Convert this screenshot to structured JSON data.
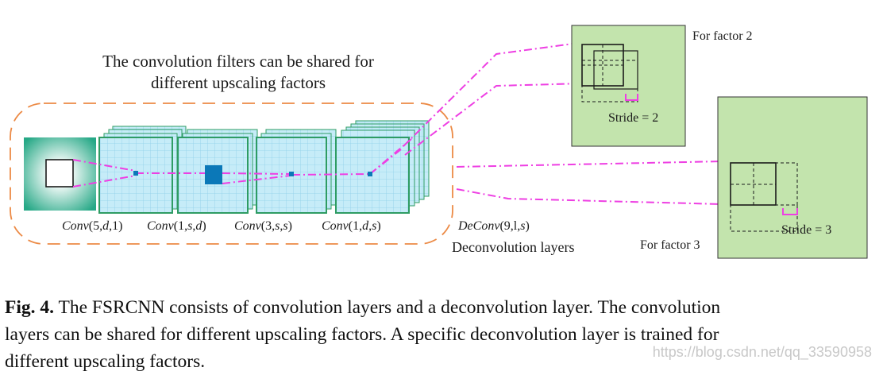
{
  "diagram": {
    "shared_note_line1": "The convolution filters can be shared for",
    "shared_note_line2": "different upscaling factors",
    "conv_labels": [
      {
        "name": "Conv",
        "args": [
          "5",
          "d",
          "1"
        ]
      },
      {
        "name": "Conv",
        "args": [
          "1",
          "s",
          "d"
        ]
      },
      {
        "name": "Conv",
        "args": [
          "3",
          "s",
          "s"
        ]
      },
      {
        "name": "Conv",
        "args": [
          "1",
          "d",
          "s"
        ]
      }
    ],
    "deconv_label": {
      "name": "DeConv",
      "args": [
        "9",
        "l",
        "s"
      ]
    },
    "deconv_layers_label": "Deconvolution layers",
    "factor2_label": "For factor 2",
    "factor3_label": "For factor 3",
    "stride2_label": "Stride = 2",
    "stride3_label": "Stride = 3",
    "colors": {
      "panel_green": "#c3e4ad",
      "feature_map_blue": "#c6ecf8",
      "feature_map_border": "#2e9c63",
      "dashed_orange": "#ec8a45",
      "connector_magenta": "#ee3fe3",
      "filter_blue": "#0b78b8"
    }
  },
  "caption": {
    "fig_label": "Fig. 4.",
    "line1": " The FSRCNN consists of convolution layers and a deconvolution layer. The convolution",
    "line2": "layers can be shared for different upscaling factors. A specific deconvolution layer is trained for",
    "line3": "different upscaling factors."
  },
  "watermark": "https://blog.csdn.net/qq_33590958"
}
